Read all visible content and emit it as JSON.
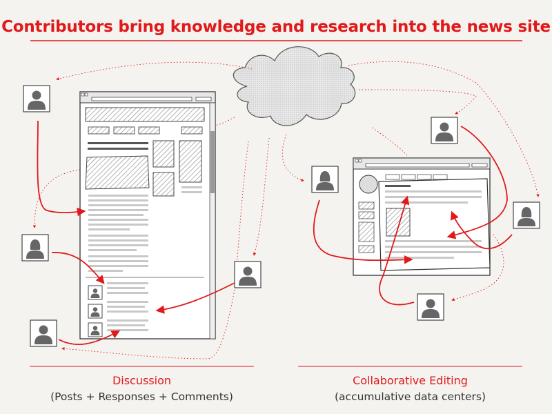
{
  "title": "Contributors bring knowledge and research into the news site",
  "sections": [
    {
      "label": "Discussion",
      "sublabel": "(Posts + Responses + Comments)"
    },
    {
      "label": "Collaborative Editing",
      "sublabel": "(accumulative data centers)"
    }
  ],
  "colors": {
    "accent": "#e0191b",
    "avatar_fill": "#666666",
    "sketch_line": "#333333",
    "placeholder_line": "#c8c8c8",
    "background": "#f4f3ef"
  },
  "icons": [
    "contributor-avatar",
    "cloud",
    "browser-window"
  ]
}
